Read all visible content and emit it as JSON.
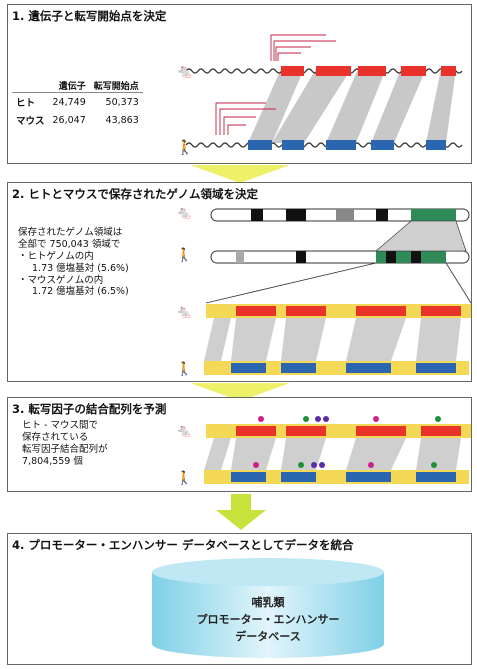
{
  "step1": {
    "title": "1. 遺伝子と転写開始点を決定",
    "col_gene": "遺伝子",
    "col_tss": "転写開始点",
    "rows": [
      {
        "species": "ヒト",
        "genes": "24,749",
        "tss": "50,373"
      },
      {
        "species": "マウス",
        "genes": "26,047",
        "tss": "43,863"
      }
    ]
  },
  "step2": {
    "title": "2. ヒトとマウスで保存されたゲノム領域を決定",
    "lines": [
      "保存されたゲノム領域は",
      "全部で 750,043 領域で",
      "・ヒトゲノムの内",
      "1.73 億塩基対 (5.6%)",
      "・マウスゲノムの内",
      "1.72 億塩基対 (6.5%)"
    ]
  },
  "step3": {
    "title": "3. 転写因子の結合配列を予測",
    "lines": [
      "ヒト - マウス間で",
      "保存されている",
      "転写因子結合配列が",
      "7,804,559 個"
    ]
  },
  "step4": {
    "title": "4. プロモーター・エンハンサー データベースとしてデータを統合",
    "db_lines": [
      "哺乳類",
      "プロモーター・エンハンサー",
      "データベース"
    ]
  },
  "colors": {
    "human_exon": "#e8322a",
    "mouse_exon": "#2b66b1",
    "conserved": "#bdbdbd",
    "tfbs": "#e8c232",
    "arrow": "#e9ef4a"
  }
}
